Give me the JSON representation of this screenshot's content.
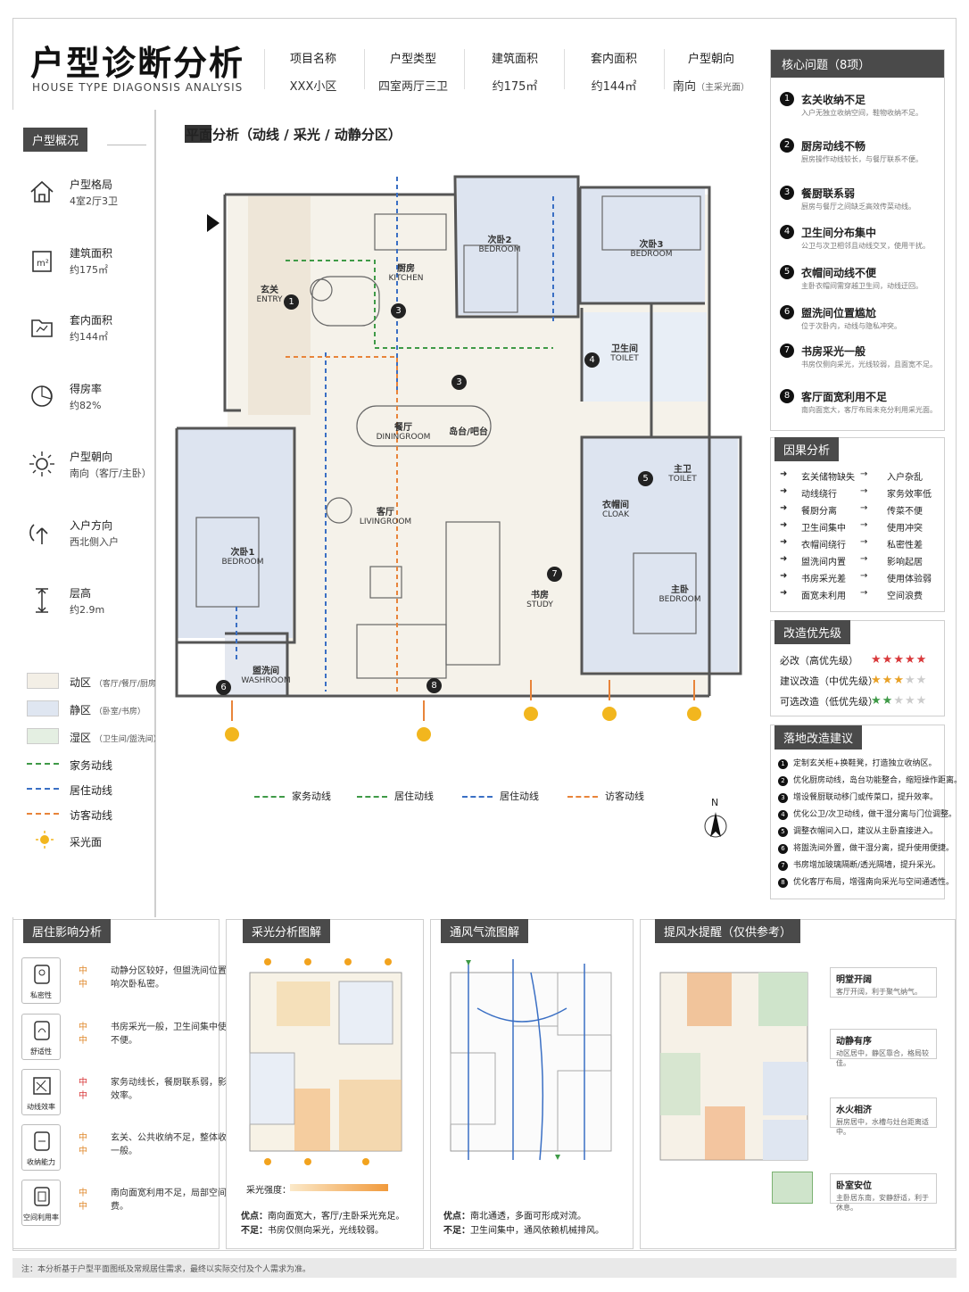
{
  "header": {
    "title": "户型诊断分析",
    "subtitle": "HOUSE TYPE DIAGONSIS ANALYSIS",
    "meta": [
      {
        "label": "项目名称",
        "value": "XXX小区"
      },
      {
        "label": "户型类型",
        "value": "四室两厅三卫"
      },
      {
        "label": "建筑面积",
        "value": "约175㎡"
      },
      {
        "label": "套内面积",
        "value": "约144㎡"
      },
      {
        "label": "户型朝向",
        "value": "南向",
        "note": "（主采光面）"
      }
    ]
  },
  "overview": {
    "tag": "户型概况",
    "items": [
      {
        "icon": "house-icon",
        "label": "户型格局",
        "value": "4室2厅3卫"
      },
      {
        "icon": "area-icon",
        "label": "建筑面积",
        "value": "约175㎡"
      },
      {
        "icon": "folder-icon",
        "label": "套内面积",
        "value": "约144㎡"
      },
      {
        "icon": "ratio-icon",
        "label": "得房率",
        "value": "约82%"
      },
      {
        "icon": "sun-icon",
        "label": "户型朝向",
        "value": "南向（客厅/主卧）"
      },
      {
        "icon": "entrance-icon",
        "label": "入户方向",
        "value": "西北侧入户"
      },
      {
        "icon": "height-icon",
        "label": "层高",
        "value": "约2.9m"
      }
    ],
    "legend": [
      {
        "label": "动区",
        "note": "（客厅/餐厅/厨房）",
        "color": "#f3efe6"
      },
      {
        "label": "静区",
        "note": "（卧室/书房）",
        "color": "#dfe6f1"
      },
      {
        "label": "湿区",
        "note": "（卫生间/盥洗间）",
        "color": "#e4efe2"
      },
      {
        "label": "家务动线",
        "color": "#3f9a47"
      },
      {
        "label": "居住动线",
        "color": "#3a6fc4"
      },
      {
        "label": "访客动线",
        "color": "#e8843a"
      },
      {
        "label": "采光面",
        "color": "#f2b61e"
      }
    ]
  },
  "plan": {
    "title": "平面分析（动线 / 采光 / 动静分区）",
    "rooms": [
      {
        "cn": "次卧2",
        "en": "BEDROOM"
      },
      {
        "cn": "次卧3",
        "en": "BEDROOM"
      },
      {
        "cn": "厨房",
        "en": "KITCHEN"
      },
      {
        "cn": "玄关",
        "en": "ENTRY"
      },
      {
        "cn": "卫生间",
        "en": "TOILET"
      },
      {
        "cn": "餐厅",
        "en": "DININGROOM"
      },
      {
        "cn": "岛台/吧台",
        "en": ""
      },
      {
        "cn": "主卫",
        "en": "TOILET"
      },
      {
        "cn": "次卧1",
        "en": "BEDROOM"
      },
      {
        "cn": "客厅",
        "en": "LIVINGROOM"
      },
      {
        "cn": "衣帽间",
        "en": "CLOAK"
      },
      {
        "cn": "书房",
        "en": "STUDY"
      },
      {
        "cn": "主卧",
        "en": "BEDROOM"
      },
      {
        "cn": "盥洗间",
        "en": "WASHROOM"
      }
    ],
    "flow_legend": [
      "家务动线",
      "居住动线",
      "居住动线",
      "访客动线"
    ],
    "north": "N"
  },
  "problems": {
    "tag": "核心问题（8项）",
    "items": [
      {
        "n": "1",
        "title": "玄关收纳不足",
        "desc": "入户无独立收纳空间，鞋物收纳不足。"
      },
      {
        "n": "2",
        "title": "厨房动线不畅",
        "desc": "厨房操作动线较长，与餐厅联系不便。"
      },
      {
        "n": "3",
        "title": "餐厨联系弱",
        "desc": "厨房与餐厅之间缺乏高效传菜动线。"
      },
      {
        "n": "4",
        "title": "卫生间分布集中",
        "desc": "公卫与次卫相邻且动线交叉，使用干扰。"
      },
      {
        "n": "5",
        "title": "衣帽间动线不便",
        "desc": "主卧衣帽间需穿越卫生间，动线迂回。"
      },
      {
        "n": "6",
        "title": "盥洗间位置尴尬",
        "desc": "位于次卧内，动线与隐私冲突。"
      },
      {
        "n": "7",
        "title": "书房采光一般",
        "desc": "书房仅侧向采光，光线较弱，且面宽不足。"
      },
      {
        "n": "8",
        "title": "客厅面宽利用不足",
        "desc": "南向面宽大，客厅布局未充分利用采光面。"
      }
    ]
  },
  "causes": {
    "tag": "因果分析",
    "items": [
      {
        "cause": "玄关储物缺失",
        "effect": "入户杂乱"
      },
      {
        "cause": "动线绕行",
        "effect": "家务效率低"
      },
      {
        "cause": "餐厨分离",
        "effect": "传菜不便"
      },
      {
        "cause": "卫生间集中",
        "effect": "使用冲突"
      },
      {
        "cause": "衣帽间绕行",
        "effect": "私密性差"
      },
      {
        "cause": "盥洗间内置",
        "effect": "影响起居"
      },
      {
        "cause": "书房采光差",
        "effect": "使用体验弱"
      },
      {
        "cause": "面宽未利用",
        "effect": "空间浪费"
      }
    ]
  },
  "priority": {
    "tag": "改造优先级",
    "items": [
      {
        "label": "必改（高优先级）",
        "stars": 5,
        "color": "#d9383a"
      },
      {
        "label": "建议改造（中优先级）",
        "stars": 3,
        "color": "#e9a126"
      },
      {
        "label": "可选改造（低优先级）",
        "stars": 2,
        "color": "#3f9a47"
      }
    ]
  },
  "suggestions": {
    "tag": "落地改造建议",
    "items": [
      "定制玄关柜+换鞋凳，打造独立收纳区。",
      "优化厨房动线，岛台功能整合，缩短操作距离。",
      "增设餐厨联动移门或传菜口，提升效率。",
      "优化公卫/次卫动线，做干湿分离与门位调整。",
      "调整衣帽间入口，建议从主卧直接进入。",
      "将盥洗间外置，做干湿分离，提升使用便捷。",
      "书房增加玻璃隔断/透光隔墙，提升采光。",
      "优化客厅布局，增强南向采光与空间通透性。"
    ]
  },
  "impact": {
    "tag": "居住影响分析",
    "rows": [
      {
        "icon": "privacy-icon",
        "label": "私密性",
        "level": [
          "中",
          "中"
        ],
        "text": "动静分区较好，但盥洗间位置影响次卧私密。"
      },
      {
        "icon": "comfort-icon",
        "label": "舒适性",
        "level": [
          "中",
          "中"
        ],
        "text": "书房采光一般，卫生间集中使用不便。"
      },
      {
        "icon": "efficiency-icon",
        "label": "动线效率",
        "level": [
          "中",
          "中"
        ],
        "text": "家务动线长，餐厨联系弱，影响效率。"
      },
      {
        "icon": "storage-icon",
        "label": "收纳能力",
        "level": [
          "中",
          "中"
        ],
        "text": "玄关、公共收纳不足，整体收纳一般。"
      },
      {
        "icon": "space-icon",
        "label": "空间利用率",
        "level": [
          "中",
          "中"
        ],
        "text": "南向面宽利用不足，局部空间浪费。"
      }
    ]
  },
  "lighting": {
    "tag": "采光分析图解",
    "scale_label": "采光强度：",
    "pros_label": "优点：",
    "pros": "南向面宽大，客厅/主卧采光充足。",
    "cons_label": "不足：",
    "cons": "书房仅侧向采光，光线较弱。"
  },
  "ventilation": {
    "tag": "通风气流图解",
    "pros_label": "优点：",
    "pros": "南北通透，多面可形成对流。",
    "cons_label": "不足：",
    "cons": "卫生间集中，通风依赖机械排风。"
  },
  "fengshui": {
    "tag": "提风水提醒（仅供参考）",
    "notes": [
      {
        "title": "明堂开阔",
        "text": "客厅开阔，利于聚气纳气。"
      },
      {
        "title": "动静有序",
        "text": "动区居中，静区靠合，格局较佳。"
      },
      {
        "title": "水火相济",
        "text": "厨房居中，水槽与灶台距离适中。"
      },
      {
        "title": "卧室安位",
        "text": "主卧居东南，安静舒适，利于休息。"
      }
    ]
  },
  "footer": "注：本分析基于户型平面图纸及常规居住需求，最终以实际交付及个人需求为准。"
}
